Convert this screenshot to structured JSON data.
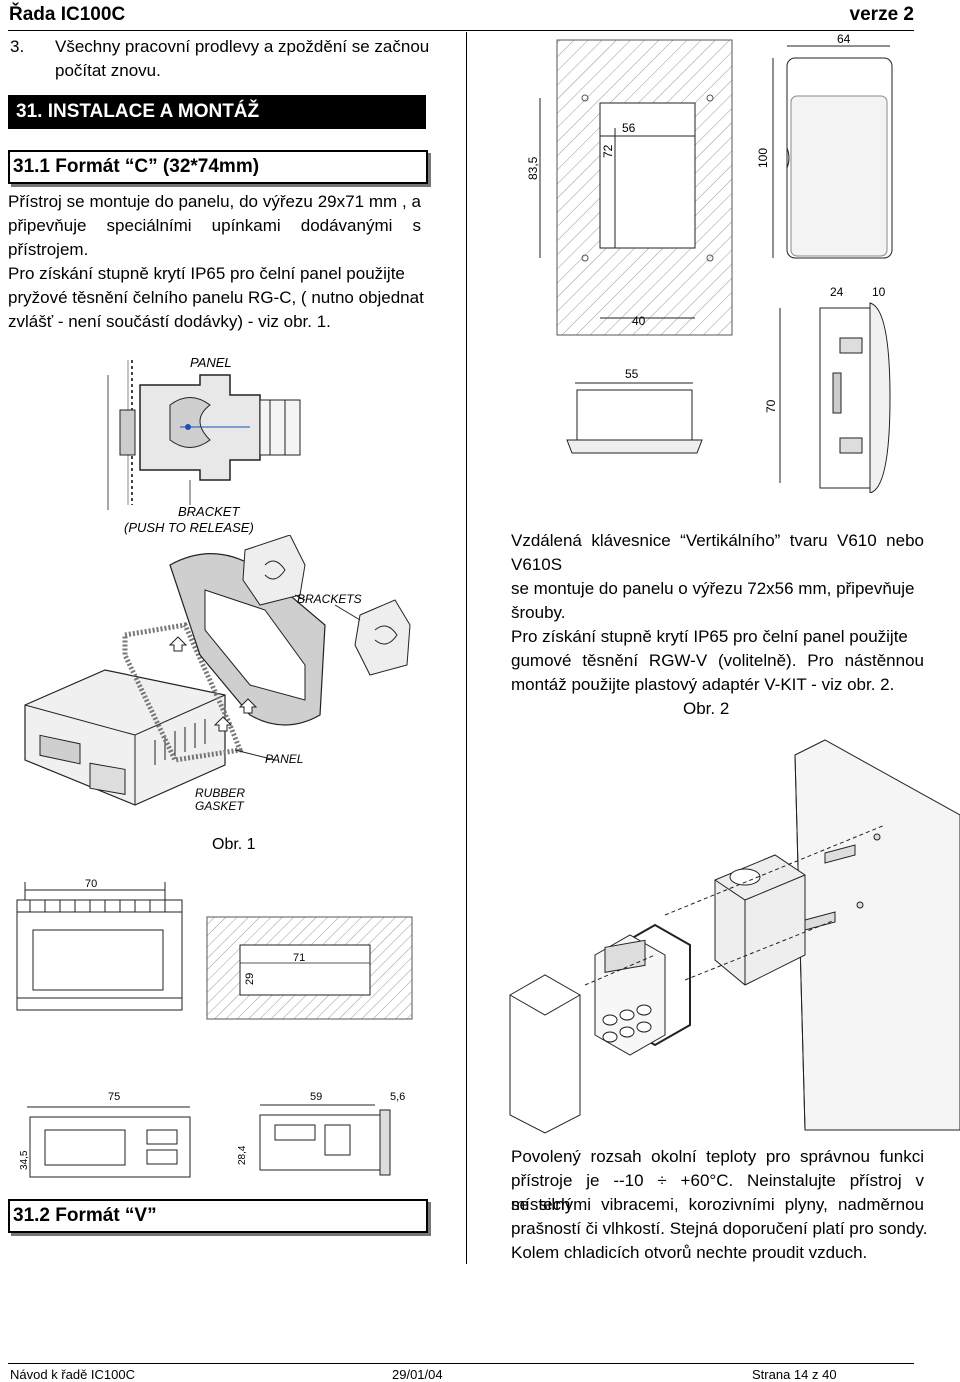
{
  "header": {
    "title": "Řada IC100C",
    "version": "verze 2"
  },
  "intro": {
    "number": "3.",
    "text_line1": "Všechny pracovní prodlevy a zpoždění se začnou",
    "text_line2": "počítat znovu."
  },
  "section31": {
    "title": "31. INSTALACE A MONTÁŽ"
  },
  "section311": {
    "title": "31.1 Formát “C” (32*74mm)",
    "lines": [
      "Přístroj se montuje do panelu, do výřezu 29x71 mm , a",
      "připevňuje speciálními upínkami dodávanými s",
      "přístrojem.",
      "Pro získání stupně krytí IP65 pro čelní panel použijte",
      "pryžové těsnění čelního panelu RG-C, ( nutno objednat",
      "zvlášť - není součástí dodávky) - viz obr. 1."
    ]
  },
  "fig1": {
    "panel_label": "PANEL",
    "bracket_label_1": "BRACKET",
    "bracket_label_2": "(PUSH TO RELEASE)",
    "brackets_label": "BRACKETS",
    "panel_label_2": "PANEL",
    "gasket_label_1": "RUBBER",
    "gasket_label_2": "GASKET",
    "caption": "Obr. 1"
  },
  "dims_c": {
    "d70": "70",
    "d71": "71",
    "d29": "29",
    "d75": "75",
    "d345": "34,5",
    "d59": "59",
    "d56b": "5,6",
    "d284": "28,4"
  },
  "section312": {
    "title": "31.2 Formát “V”"
  },
  "dims_v": {
    "d64": "64",
    "d56": "56",
    "d72": "72",
    "d835": "83,5",
    "d100": "100",
    "d40": "40",
    "d24": "24",
    "d10": "10",
    "d55": "55",
    "d70": "70"
  },
  "remote": {
    "lines": [
      "Vzdálená klávesnice “Vertikálního” tvaru V610 nebo",
      "V610S",
      "se montuje do panelu o výřezu 72x56 mm, připevňuje",
      "šrouby.",
      "Pro získání stupně krytí IP65 pro čelní panel použijte",
      "gumové těsnění RGW-V (volitelně). Pro nástěnnou",
      "montáž použijte plastový adaptér V-KIT - viz obr. 2."
    ],
    "caption": "Obr. 2"
  },
  "temperature": {
    "lines": [
      "Povolený rozsah okolní teploty pro správnou funkci",
      "přístroje je --10 ÷ +60°C. Neinstalujte přístroj v místech",
      "se silnými vibracemi, korozivními plyny, nadměrnou",
      "prašností či vlhkostí. Stejná doporučení platí pro sondy.",
      "Kolem chladicích otvorů nechte proudit vzduch."
    ]
  },
  "footer": {
    "left": "Návod k řadě IC100C",
    "center": "29/01/04",
    "right": "Strana 14 z 40"
  }
}
